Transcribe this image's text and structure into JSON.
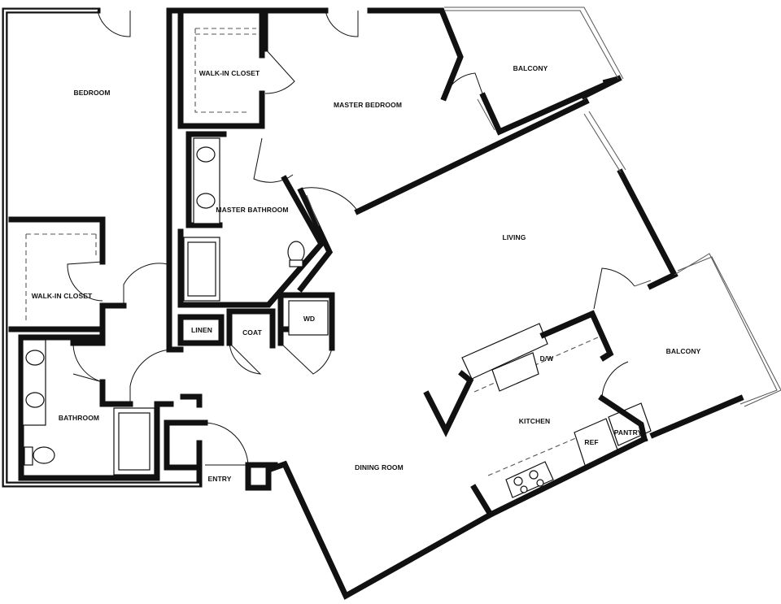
{
  "rooms": {
    "bedroom": "BEDROOM",
    "walk_in_closet_left": "WALK-IN CLOSET",
    "bathroom": "BATHROOM",
    "walk_in_closet_master": "WALK-IN CLOSET",
    "master_bedroom": "MASTER BEDROOM",
    "master_bathroom": "MASTER BATHROOM",
    "balcony_top": "BALCONY",
    "living": "LIVING",
    "linen": "LINEN",
    "coat": "COAT",
    "wd": "WD",
    "balcony_right": "BALCONY",
    "dw": "D/W",
    "kitchen": "KITCHEN",
    "ref": "REF",
    "pantry": "PANTRY",
    "dining_room": "DINING ROOM",
    "entry": "ENTRY"
  }
}
